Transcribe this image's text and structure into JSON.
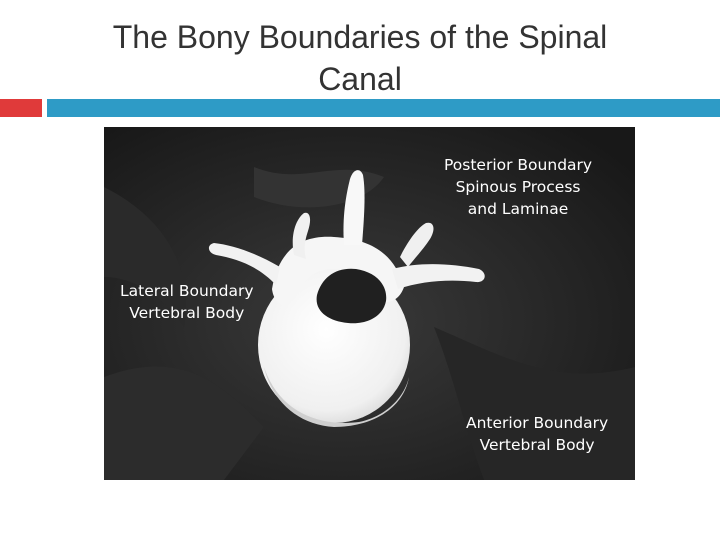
{
  "slide": {
    "title_line1": "The Bony Boundaries of the Spinal",
    "title_line2": "Canal"
  },
  "colors": {
    "accent_red": "#e03a3a",
    "accent_blue": "#2e9bc6",
    "photo_background": "#1e1e1e",
    "bone": "#f4f4f4"
  },
  "labels": {
    "posterior": {
      "line1": "Posterior Boundary",
      "line2": "Spinous Process",
      "line3": "and Laminae"
    },
    "lateral": {
      "line1": "Lateral Boundary",
      "line2": "Vertebral Body"
    },
    "anterior": {
      "line1": "Anterior Boundary",
      "line2": "Vertebral Body"
    }
  }
}
